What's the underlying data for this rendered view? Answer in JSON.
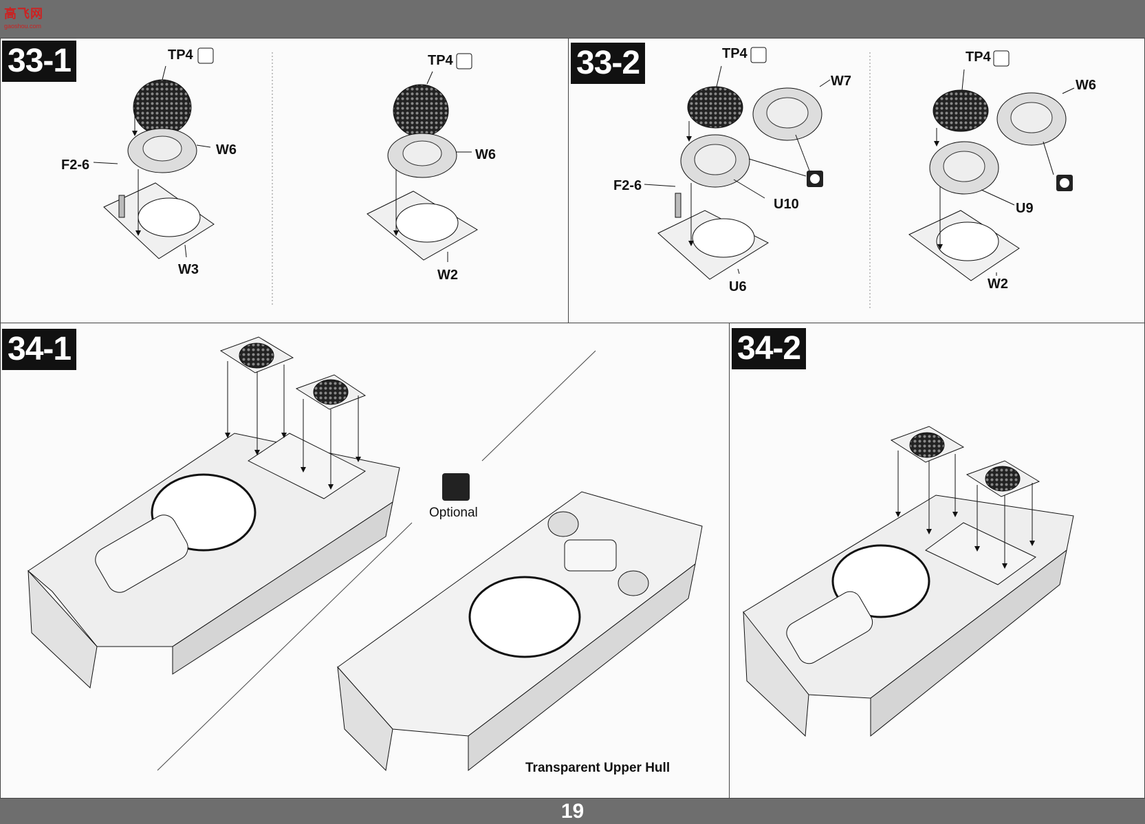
{
  "logo": {
    "glyphs": "高飞网",
    "url": "gaoshou.com"
  },
  "steps": {
    "s33_1": "33-1",
    "s33_2": "33-2",
    "s34_1": "34-1",
    "s34_2": "34-2"
  },
  "parts": {
    "tp4": "TP4",
    "w6": "W6",
    "w7": "W7",
    "w3": "W3",
    "w2": "W2",
    "f2_6": "F2-6",
    "u6": "U6",
    "u9": "U9",
    "u10": "U10"
  },
  "optional_label": "Optional",
  "transparent_caption": "Transparent Upper Hull",
  "page_number": "19",
  "colors": {
    "band": "#6e6e6e",
    "step_bg": "#111111",
    "logo": "#cc2222"
  },
  "icons": [
    "broken-heart-icon",
    "yin-yang-icon"
  ]
}
